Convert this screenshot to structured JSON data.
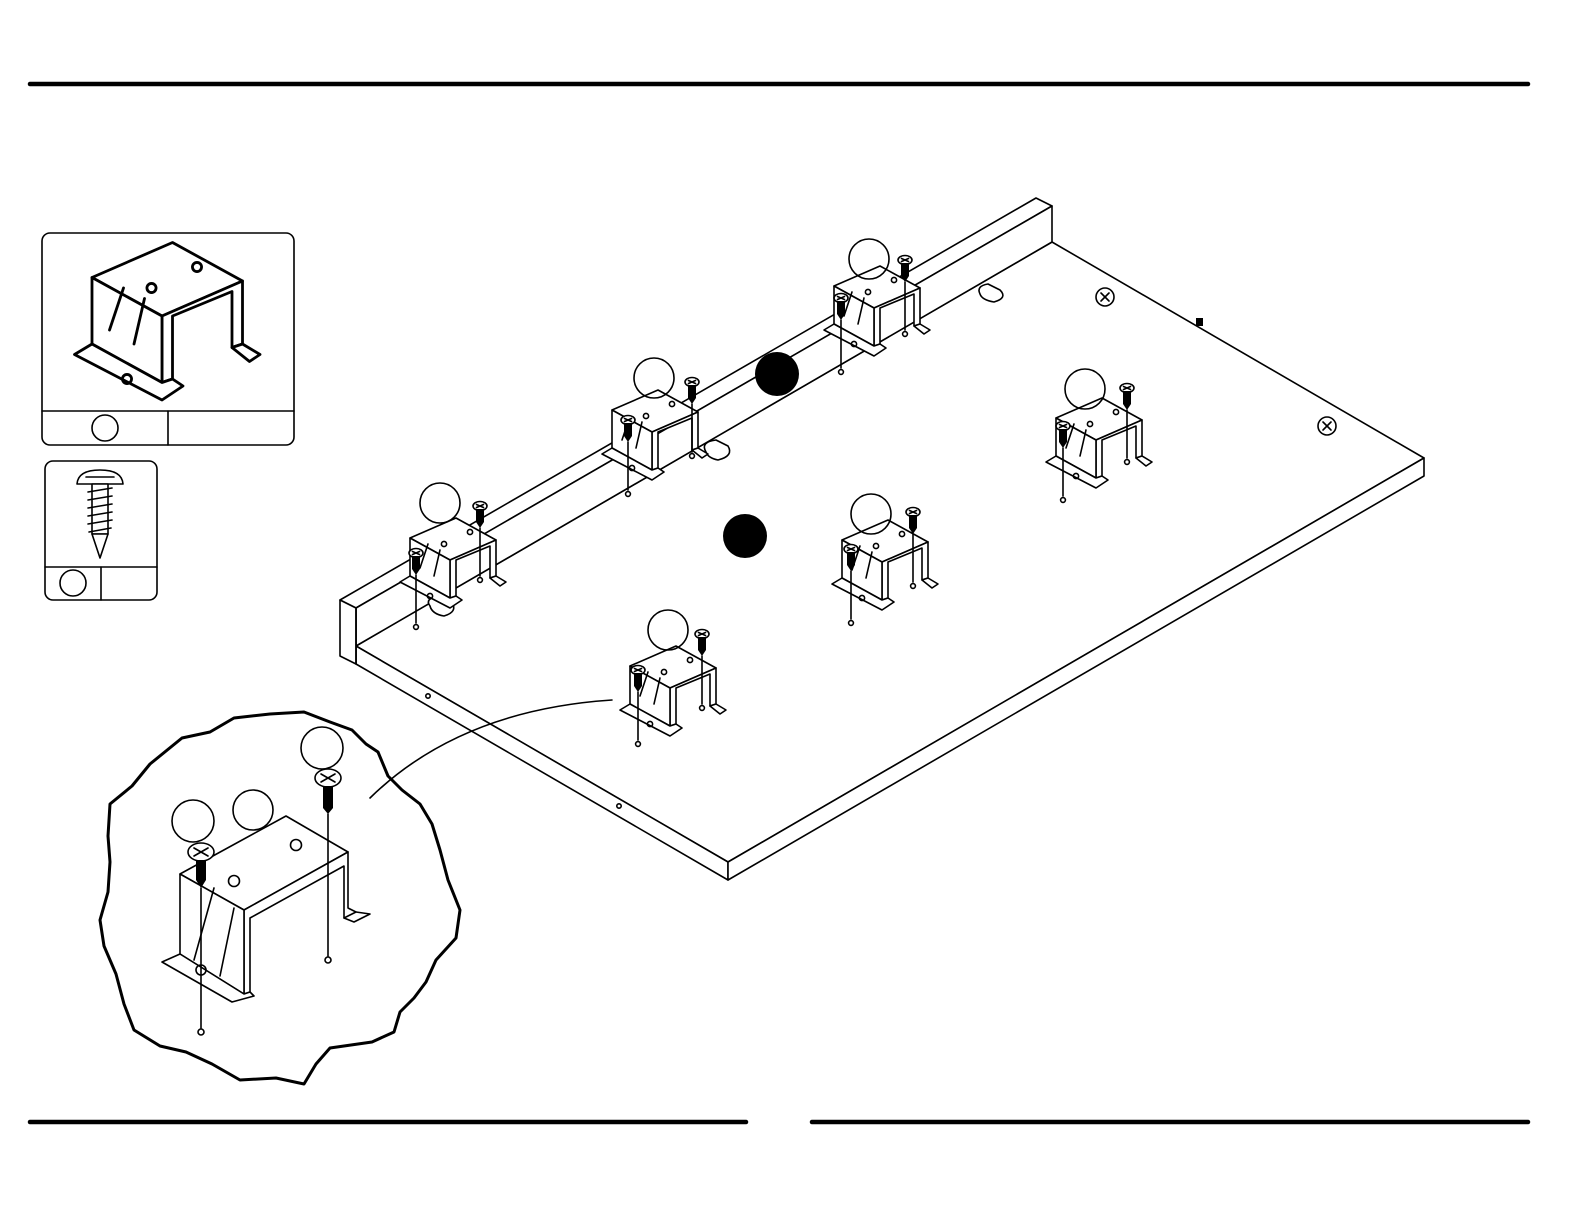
{
  "diagram": {
    "kind": "assembly-instruction-step",
    "parts": [
      {
        "id": "bracket",
        "icon": "u-bracket-icon",
        "qty": ""
      },
      {
        "id": "screw",
        "icon": "pan-head-screw-icon",
        "qty": ""
      }
    ],
    "bracket_positions": 6,
    "drill_markers": 2,
    "callout": "detail-magnifier"
  },
  "colors": {
    "ink": "#000000",
    "paper": "#ffffff"
  }
}
